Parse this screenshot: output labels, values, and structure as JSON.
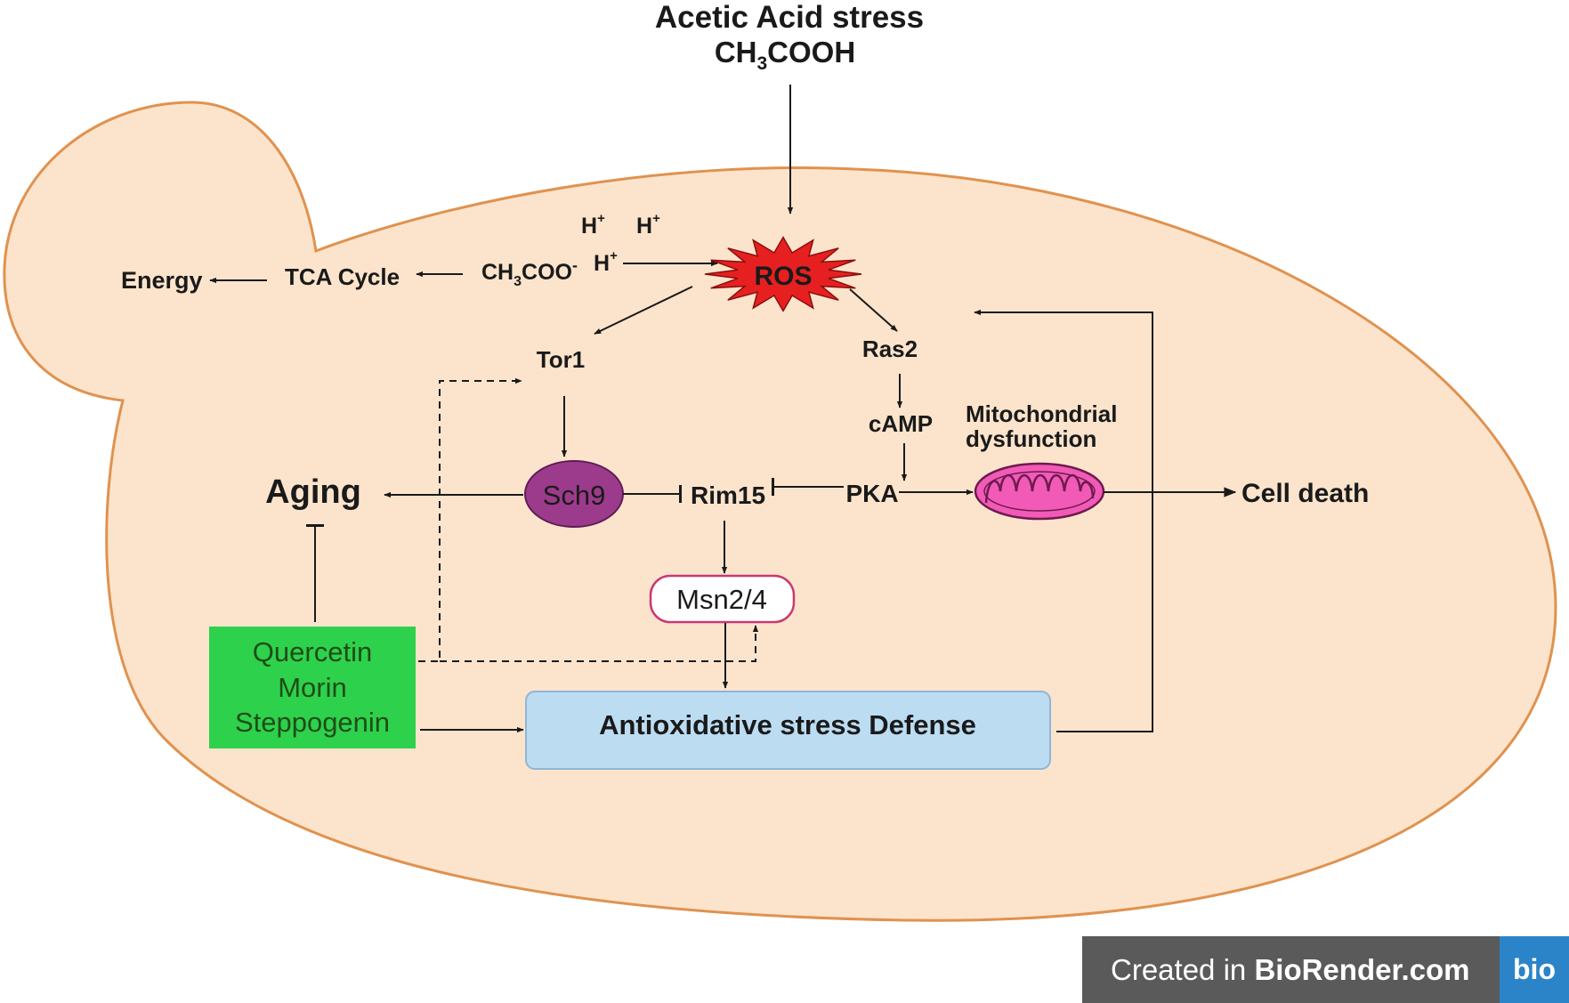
{
  "stress": {
    "title": "Acetic Acid stress",
    "formula": {
      "pre": "CH",
      "sub": "3",
      "post": "COOH"
    }
  },
  "ions": {
    "h1": {
      "base": "H",
      "sup": "+"
    },
    "h2": {
      "base": "H",
      "sup": "+"
    },
    "h3": {
      "base": "H",
      "sup": "+"
    },
    "acetate": {
      "pre": "CH",
      "sub": "3",
      "post": "COO",
      "sup": "-"
    }
  },
  "nodes": {
    "energy": "Energy",
    "tca": "TCA Cycle",
    "ros": "ROS",
    "tor1": "Tor1",
    "ras2": "Ras2",
    "camp": "cAMP",
    "mito_line1": "Mitochondrial",
    "mito_line2": "dysfunction",
    "aging": "Aging",
    "sch9": "Sch9",
    "rim15": "Rim15",
    "pka": "PKA",
    "cell_death": "Cell death",
    "msn": "Msn2/4",
    "defense": "Antioxidative stress Defense"
  },
  "compounds": [
    "Quercetin",
    "Morin",
    "Steppogenin"
  ],
  "badge": {
    "prefix": "Created in ",
    "brand": "BioRender.com",
    "logo": "bio"
  },
  "colors": {
    "cell_fill": "#fce4cc",
    "cell_stroke": "#e0924f",
    "ros_fill": "#e62020",
    "sch9_fill": "#9c3b8c",
    "mito_fill": "#f25ab8",
    "msn_stroke": "#c83a72",
    "defense_fill": "#bcdcf2",
    "compound_fill": "#2ed14c"
  }
}
